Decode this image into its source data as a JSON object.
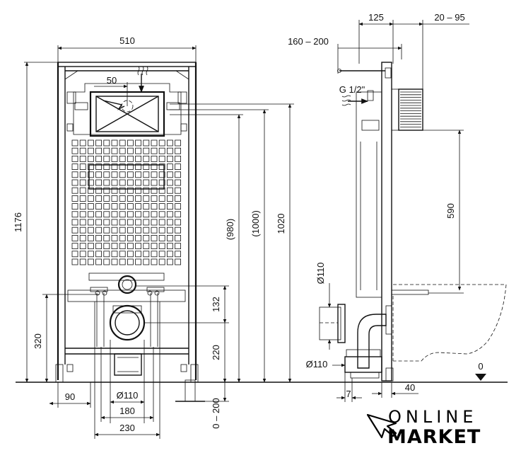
{
  "front_view": {
    "width_510": "510",
    "dim_50": "50",
    "height_1176": "1176",
    "dim_980": "(980)",
    "dim_1000": "(1000)",
    "dim_1020": "1020",
    "dim_132": "132",
    "dim_220": "220",
    "dim_320": "320",
    "dim_90": "90",
    "dia_110": "Ø110",
    "dim_180": "180",
    "dim_230": "230",
    "range_0_200": "0 – 200"
  },
  "side_view": {
    "dim_125": "125",
    "range_20_95": "20 – 95",
    "range_160_200": "160 – 200",
    "thread_g12": "G 1/2\"",
    "dim_590": "590",
    "dia_110_top": "Ø110",
    "dia_110_bottom": "Ø110",
    "dim_7": "7",
    "dim_40": "40",
    "floor_0": "0"
  },
  "logo": {
    "line1": "ONLINE",
    "line2": "MARKET"
  }
}
